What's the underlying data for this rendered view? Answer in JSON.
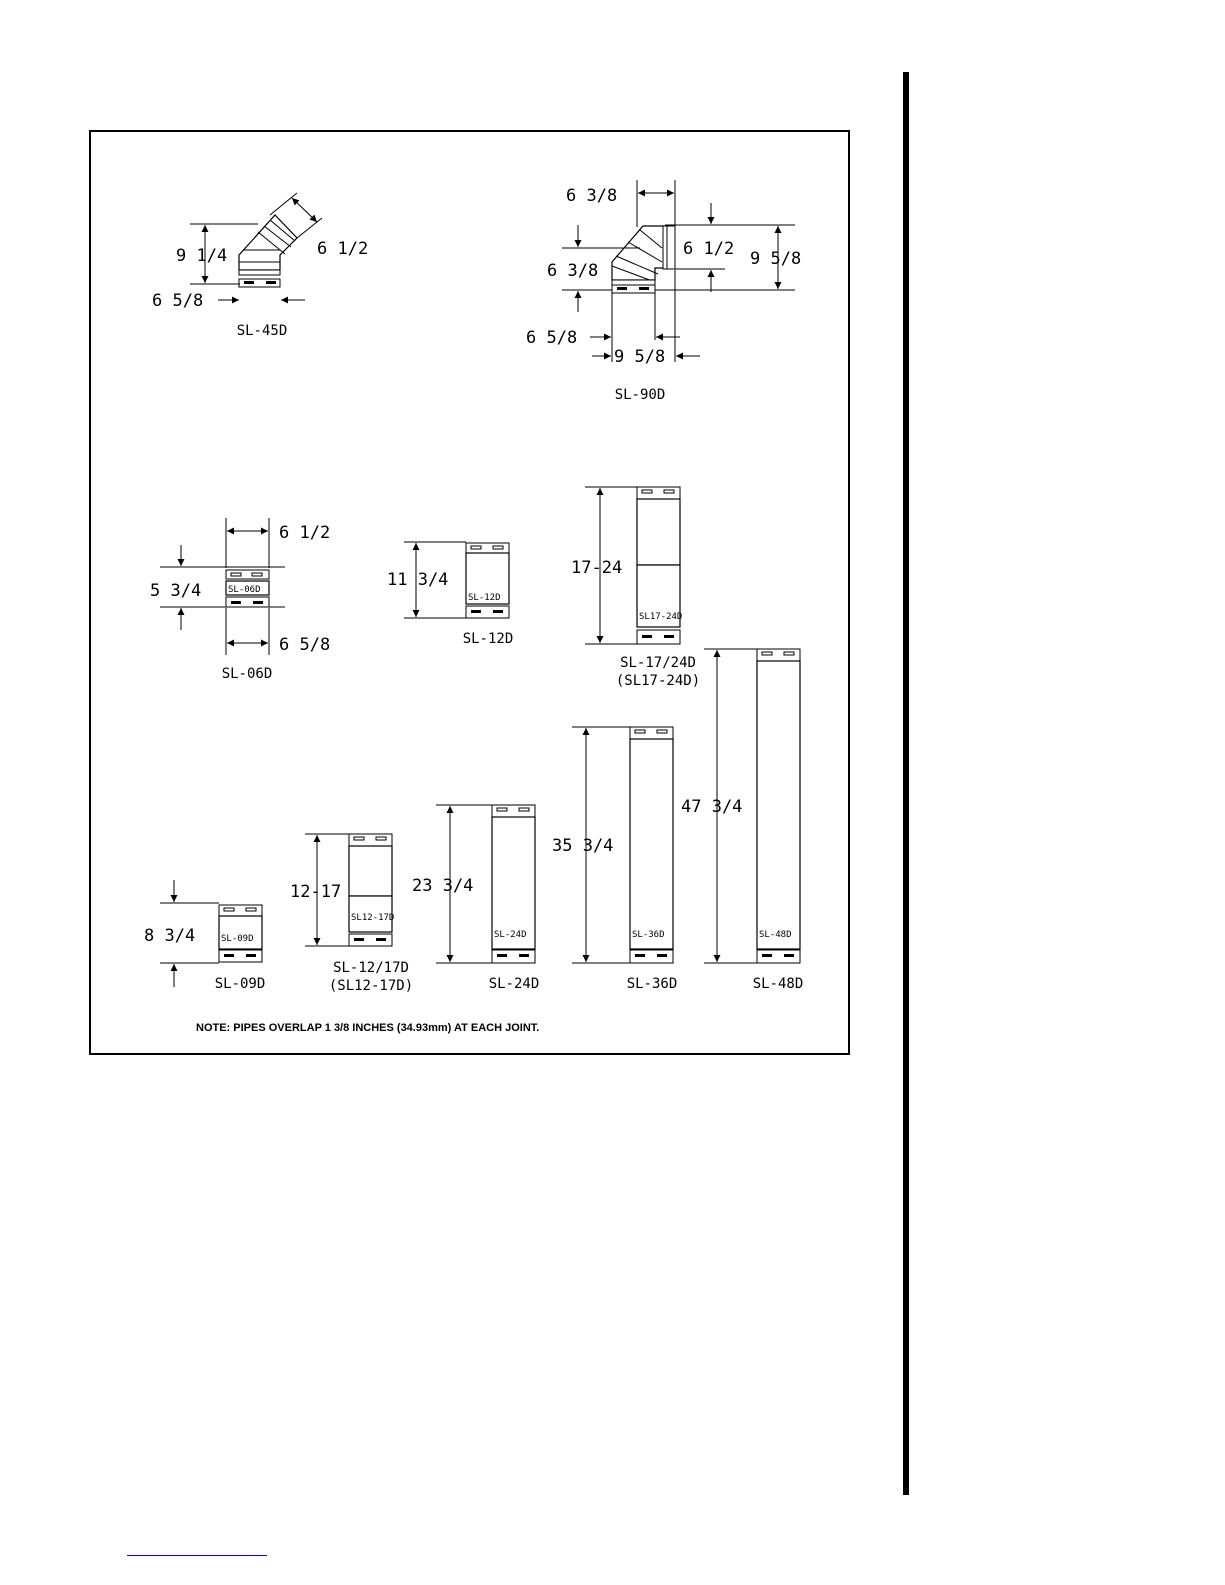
{
  "parts": {
    "sl45d": {
      "caption": "SL-45D",
      "dims": [
        "9 1/4",
        "6 1/2",
        "6 5/8"
      ]
    },
    "sl90d": {
      "caption": "SL-90D",
      "dims": [
        "6 3/8",
        "6 1/2",
        "9 5/8",
        "6 3/8",
        "6 5/8",
        "9 5/8"
      ]
    },
    "sl06d": {
      "caption": "SL-06D",
      "body_label": "SL-06D",
      "dims": [
        "6 1/2",
        "5 3/4",
        "6 5/8"
      ]
    },
    "sl12d": {
      "caption": "SL-12D",
      "body_label": "SL-12D",
      "dims": [
        "11 3/4"
      ]
    },
    "sl1724d": {
      "caption": "SL-17/24D",
      "caption2": "(SL17-24D)",
      "body_label": "SL17-24D",
      "dims": [
        "17-24"
      ]
    },
    "sl09d": {
      "caption": "SL-09D",
      "body_label": "SL-09D",
      "dims": [
        "8 3/4"
      ]
    },
    "sl1217d": {
      "caption": "SL-12/17D",
      "caption2": "(SL12-17D)",
      "body_label": "SL12-17D",
      "dims": [
        "12-17"
      ]
    },
    "sl24d": {
      "caption": "SL-24D",
      "body_label": "SL-24D",
      "dims": [
        "23 3/4"
      ]
    },
    "sl36d": {
      "caption": "SL-36D",
      "body_label": "SL-36D",
      "dims": [
        "35 3/4"
      ]
    },
    "sl48d": {
      "caption": "SL-48D",
      "body_label": "SL-48D",
      "dims": [
        "47 3/4"
      ]
    }
  },
  "note": "NOTE:  PIPES OVERLAP 1 3/8 INCHES (34.93mm) AT EACH JOINT."
}
